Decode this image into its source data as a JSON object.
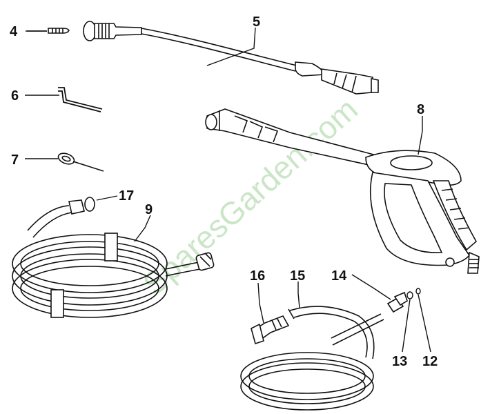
{
  "callouts": {
    "c4": "4",
    "c5": "5",
    "c6": "6",
    "c7": "7",
    "c8": "8",
    "c9": "9",
    "c12": "12",
    "c13": "13",
    "c14": "14",
    "c15": "15",
    "c16": "16",
    "c17": "17"
  },
  "watermark": "SparesGarden.com",
  "colors": {
    "line": "#111111",
    "watermark": "#9fd39a",
    "background": "#ffffff"
  }
}
